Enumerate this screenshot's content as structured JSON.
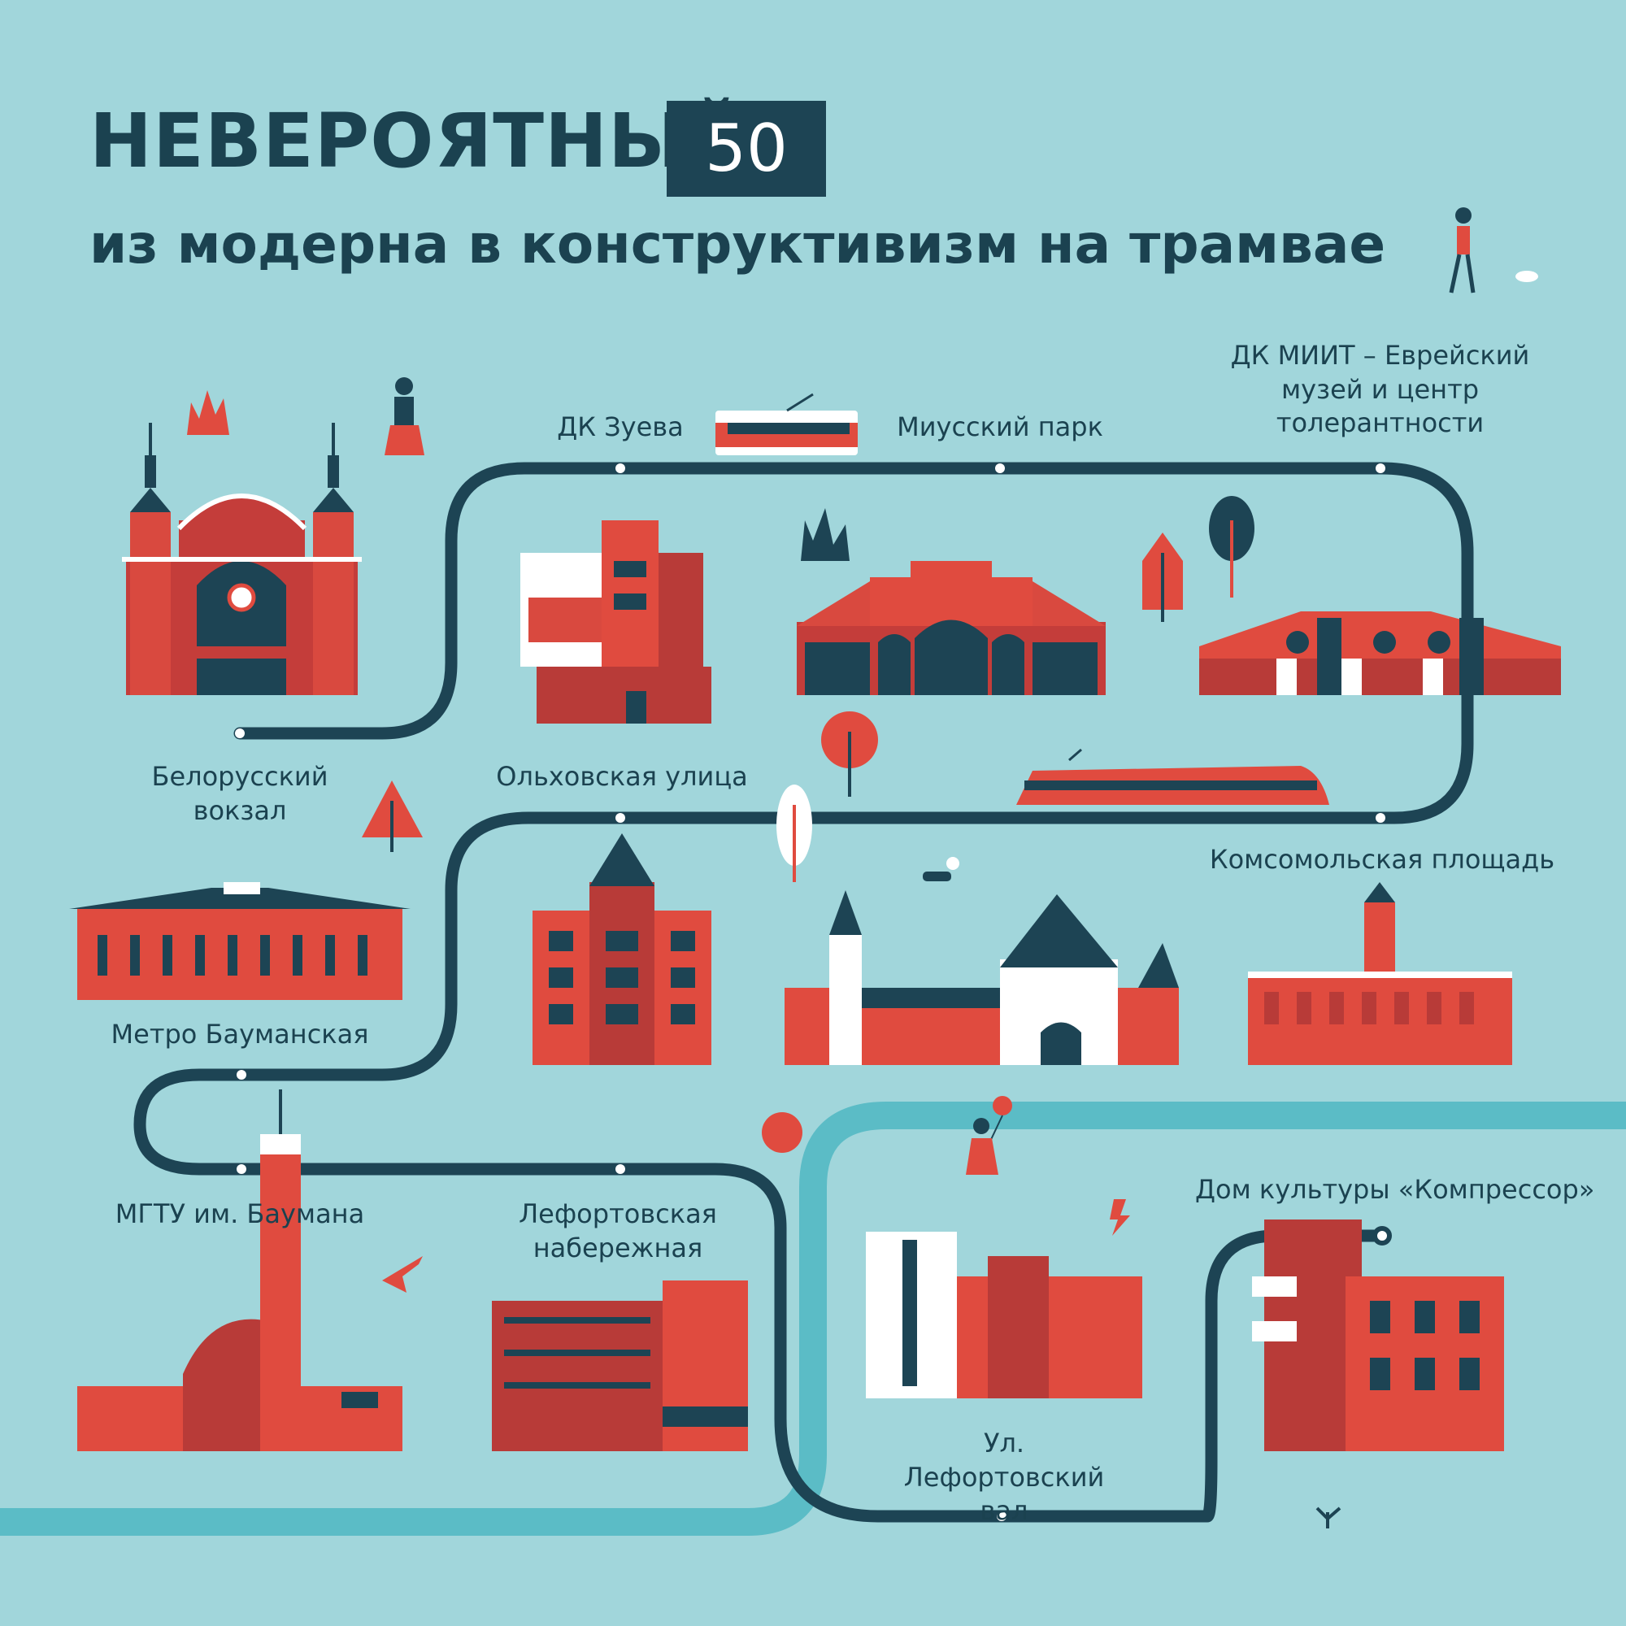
{
  "header": {
    "title": "НЕВЕРОЯТНЫЙ",
    "route_number": "50",
    "subtitle": "из модерна в конструктивизм на трамвае"
  },
  "stops": [
    {
      "id": "belorussky",
      "label": "Белорусский вокзал"
    },
    {
      "id": "dk-zueva",
      "label": "ДК Зуева"
    },
    {
      "id": "miussky",
      "label": "Миусский парк"
    },
    {
      "id": "dk-miit",
      "label": "ДК МИИТ – Еврейский музей и центр толерантности"
    },
    {
      "id": "olkhovskaya",
      "label": "Ольховская улица"
    },
    {
      "id": "komsomolskaya",
      "label": "Комсомольская площадь"
    },
    {
      "id": "baumanskaya",
      "label": "Метро Бауманская"
    },
    {
      "id": "mgtu",
      "label": "МГТУ им. Баумана"
    },
    {
      "id": "lefortovskaya-nab",
      "label": "Лефортовская набережная"
    },
    {
      "id": "lefortovsky-val",
      "label": "Ул. Лефортовский вал"
    },
    {
      "id": "kompressor",
      "label": "Дом культуры «Компрессор»"
    }
  ],
  "colors": {
    "background": "#a1d6db",
    "route": "#1d4454",
    "river": "#5bbcc6",
    "building_red": "#e04b3f",
    "building_dark_red": "#b83b38",
    "white": "#ffffff"
  }
}
